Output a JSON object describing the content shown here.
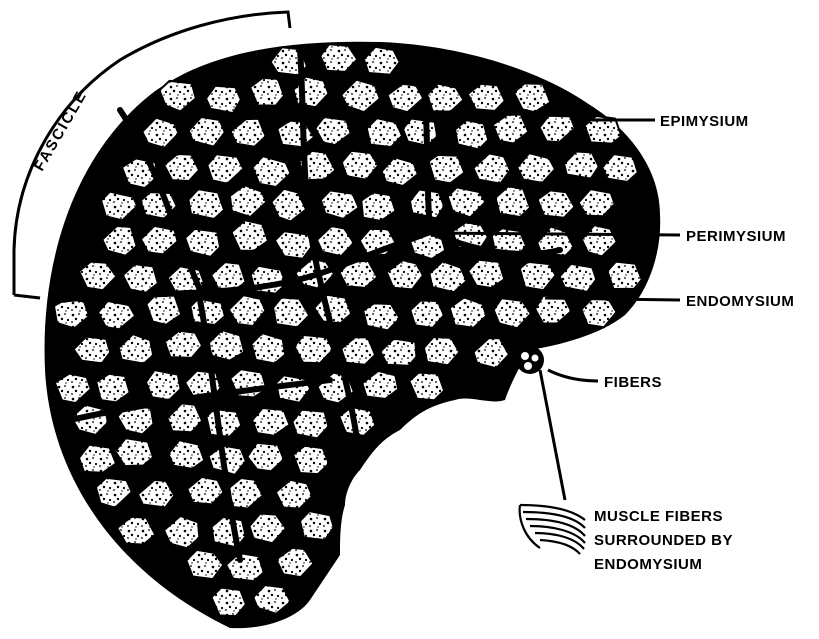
{
  "labels": {
    "fascicle": "FASCICLE",
    "epimysium": "EPIMYSIUM",
    "perimysium": "PERIMYSIUM",
    "endomysium": "ENDOMYSIUM",
    "fibers": "FIBERS",
    "muscle_fibers_line1": "MUSCLE FIBERS",
    "muscle_fibers_line2": "SURROUNDED BY",
    "muscle_fibers_line3": "ENDOMYSIUM"
  },
  "colors": {
    "ink": "#000000",
    "paper": "#ffffff"
  }
}
